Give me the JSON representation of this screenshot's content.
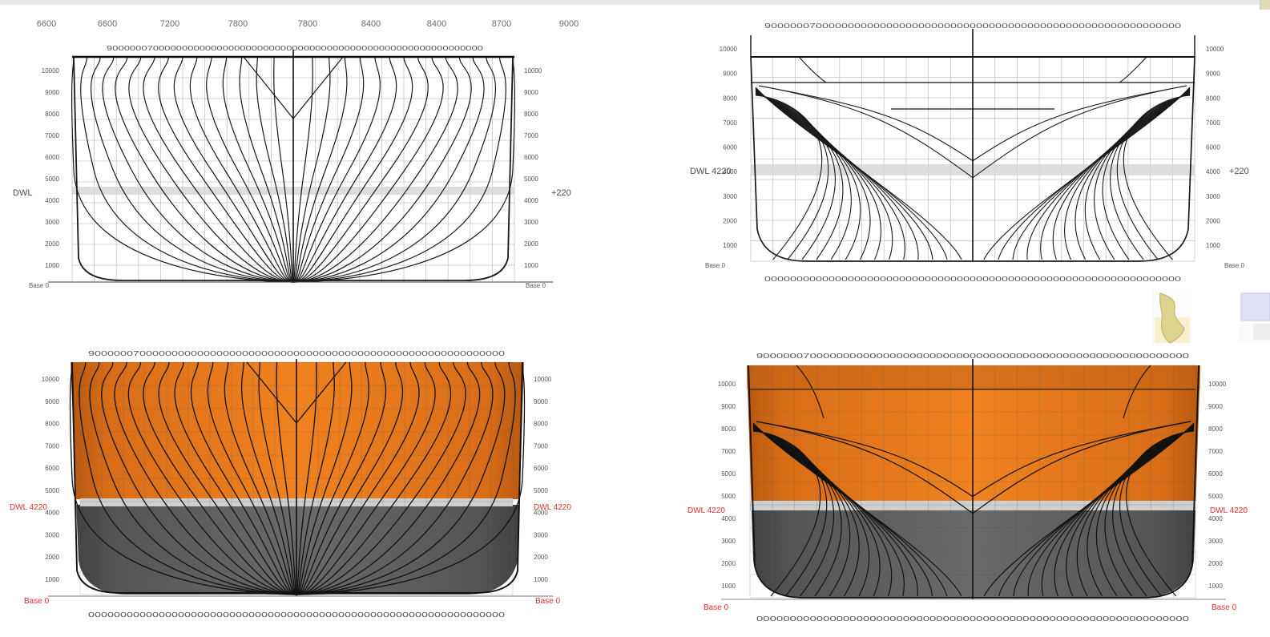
{
  "colors": {
    "above_dwl": "#ec7a1c",
    "below_dwl": "#5e5e5e",
    "dwl_band": "#cfcfcf",
    "grid": "#c4c4c4",
    "station_line": "#111111",
    "red_label": "#e0312b"
  },
  "top_scale": [
    "6600",
    "6600",
    "7200",
    "7800",
    "7800",
    "8400",
    "8400",
    "8700",
    "9000"
  ],
  "strip_text": {
    "panel_tl": "90000007000000000000000000000000000000000000000000000000000000000",
    "panel_tr": "90000007000000000000000000000000000000000000000000000000000000000",
    "panel_tr_bottom": "00000000000000000000000000000000000000000000000000000000000000000",
    "panel_bl": "90000007000000000000000000000000000000000000000000000000000000000",
    "panel_bl_bottom": "00000000000000000000000000000000000000000000000000000000000000000",
    "panel_br": "90000007000000000000000000000000000000000000000000000000000000000",
    "panel_br_bottom": "00000000000000000000000000000000000000000000000000000000000000000"
  },
  "panel_tl": {
    "left_ticks": [
      "10000",
      "9000",
      "8000",
      "7000",
      "6000",
      "5000",
      "4000",
      "3000",
      "2000",
      "1000"
    ],
    "right_ticks": [
      "10000",
      "9000",
      "8000",
      "7000",
      "6000",
      "5000",
      "4000",
      "3000",
      "2000",
      "1000"
    ],
    "dwl_left": "DWL",
    "dwl_right": "+220",
    "base_left": "Base 0",
    "base_right": "Base 0"
  },
  "panel_tr": {
    "left_ticks": [
      "10000",
      "9000",
      "8000",
      "7000",
      "6000",
      "4000",
      "3000",
      "2000",
      "1000"
    ],
    "right_ticks": [
      "10000",
      "9000",
      "8000",
      "7000",
      "6000",
      "4000",
      "3000",
      "2000",
      "1000"
    ],
    "dwl_left": "DWL 4220",
    "dwl_right": "+220",
    "base_left": "Base 0",
    "base_right": "Base 0"
  },
  "panel_bl": {
    "left_ticks": [
      "10000",
      "9000",
      "8000",
      "7000",
      "6000",
      "5000",
      "4000",
      "3000",
      "2000",
      "1000"
    ],
    "right_ticks": [
      "10000",
      "9000",
      "8000",
      "7000",
      "6000",
      "5000",
      "4000",
      "3000",
      "2000",
      "1000"
    ],
    "dwl_left": "DWL 4220",
    "dwl_right": "DWL 4220",
    "base_left": "Base 0",
    "base_right": "Base 0"
  },
  "panel_br": {
    "left_ticks": [
      "10000",
      "9000",
      "8000",
      "7000",
      "6000",
      "5000",
      "4000",
      "3000",
      "2000",
      "1000"
    ],
    "right_ticks": [
      "10000",
      "9000",
      "8000",
      "7000",
      "6000",
      "5000",
      "4000",
      "3000",
      "2000",
      "1000"
    ],
    "dwl_left": "DWL 4220",
    "dwl_right": "DWL 4220",
    "base_left": "Base 0",
    "base_right": "Base 0"
  }
}
